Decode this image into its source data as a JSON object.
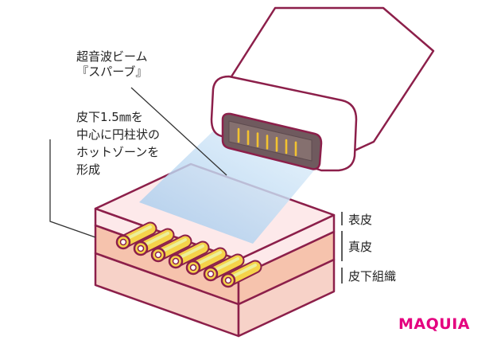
{
  "annotations": {
    "beam_label": [
      "超音波ビーム",
      "『スパーブ』"
    ],
    "hotzone_label": [
      "皮下1.5㎜を",
      "中心に円柱状の",
      "ホットゾーンを",
      "形成"
    ]
  },
  "layers": {
    "epidermis": "表皮",
    "dermis": "真皮",
    "subcutis": "皮下組織"
  },
  "brand": {
    "logo_text": "MAQUIA"
  },
  "colors": {
    "outline": "#8c1f4a",
    "device_body": "#ffffff",
    "device_tip": "#6f5a5e",
    "emitter": "#f2c230",
    "beam": "#b9d7f0",
    "epidermis": "#fde9ea",
    "dermis": "#f6c3ad",
    "subcutis": "#f7d2c8",
    "cylinder": "#f5d34a",
    "cylinder_inner": "#ecef9a",
    "brand": "#e4007f"
  }
}
